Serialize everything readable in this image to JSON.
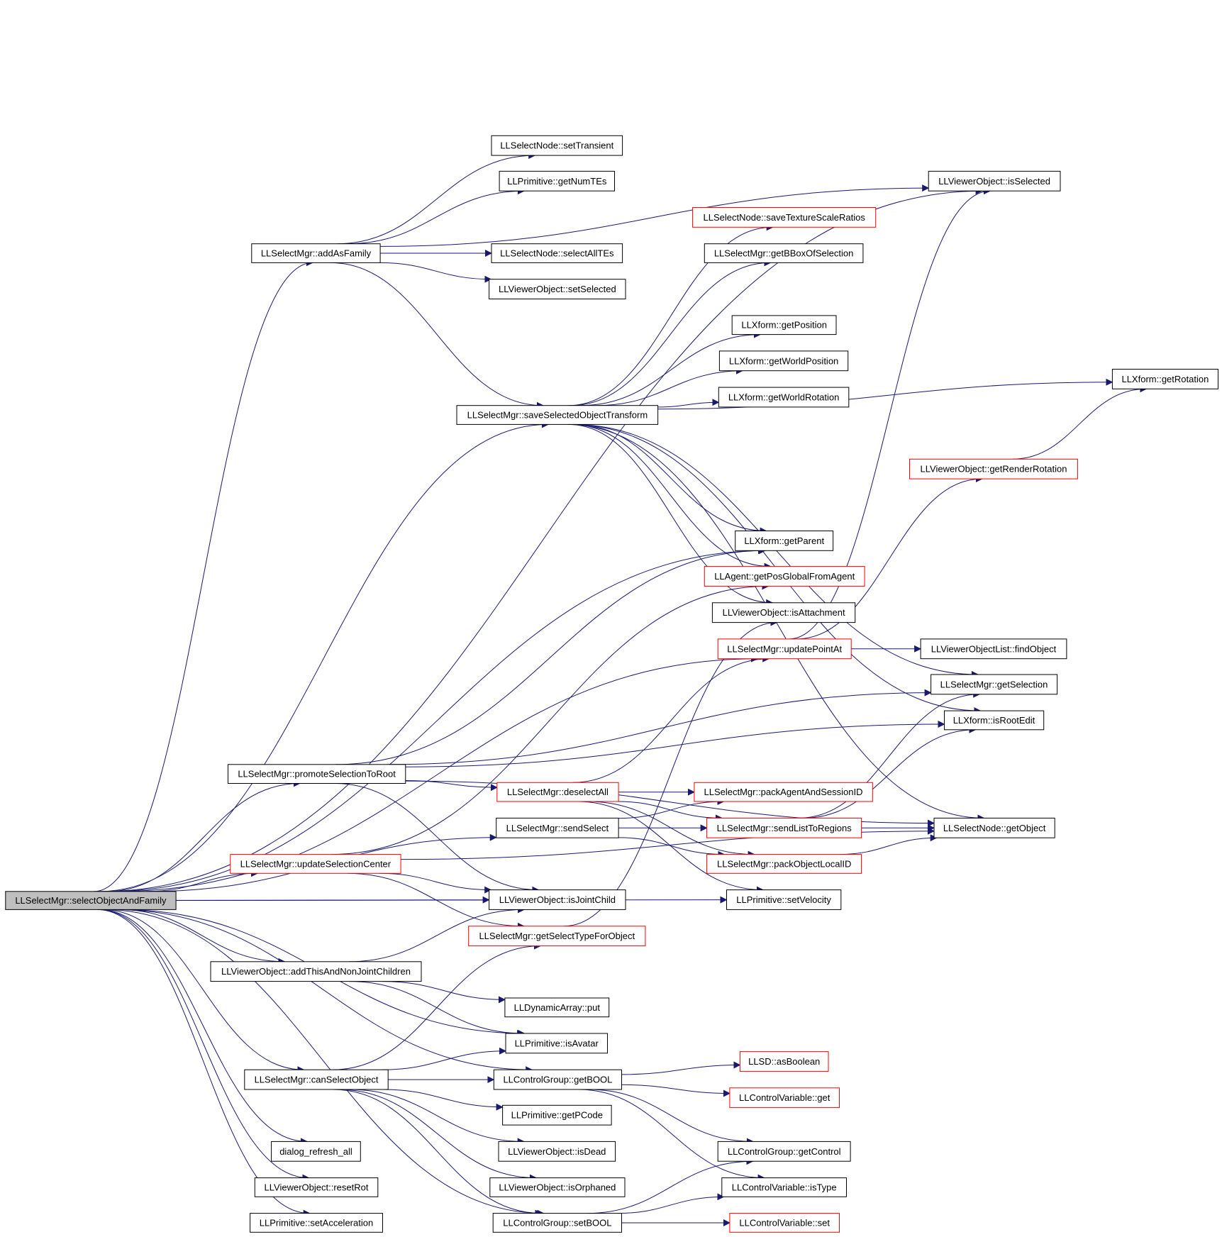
{
  "diagram": {
    "nodes": [
      {
        "id": "n_root",
        "label": "LLSelectMgr::selectObjectAndFamily",
        "style": "root"
      },
      {
        "id": "n_addAsFamily",
        "label": "LLSelectMgr::addAsFamily",
        "style": "normal"
      },
      {
        "id": "n_setTransient",
        "label": "LLSelectNode::setTransient",
        "style": "normal"
      },
      {
        "id": "n_getNumTEs",
        "label": "LLPrimitive::getNumTEs",
        "style": "normal"
      },
      {
        "id": "n_selectAllTEs",
        "label": "LLSelectNode::selectAllTEs",
        "style": "normal"
      },
      {
        "id": "n_setSelected",
        "label": "LLViewerObject::setSelected",
        "style": "normal"
      },
      {
        "id": "n_isSelected",
        "label": "LLViewerObject::isSelected",
        "style": "normal"
      },
      {
        "id": "n_saveTexScale",
        "label": "LLSelectNode::saveTextureScaleRatios",
        "style": "red"
      },
      {
        "id": "n_getBBox",
        "label": "LLSelectMgr::getBBoxOfSelection",
        "style": "normal"
      },
      {
        "id": "n_getPosition",
        "label": "LLXform::getPosition",
        "style": "normal"
      },
      {
        "id": "n_getWorldPosition",
        "label": "LLXform::getWorldPosition",
        "style": "normal"
      },
      {
        "id": "n_getWorldRotation",
        "label": "LLXform::getWorldRotation",
        "style": "normal"
      },
      {
        "id": "n_getRotation",
        "label": "LLXform::getRotation",
        "style": "normal"
      },
      {
        "id": "n_saveSelXform",
        "label": "LLSelectMgr::saveSelectedObjectTransform",
        "style": "normal"
      },
      {
        "id": "n_getRenderRotation",
        "label": "LLViewerObject::getRenderRotation",
        "style": "red"
      },
      {
        "id": "n_getParent",
        "label": "LLXform::getParent",
        "style": "normal"
      },
      {
        "id": "n_getPosGlobal",
        "label": "LLAgent::getPosGlobalFromAgent",
        "style": "red"
      },
      {
        "id": "n_isAttachment",
        "label": "LLViewerObject::isAttachment",
        "style": "normal"
      },
      {
        "id": "n_updatePointAt",
        "label": "LLSelectMgr::updatePointAt",
        "style": "red"
      },
      {
        "id": "n_findObject",
        "label": "LLViewerObjectList::findObject",
        "style": "normal"
      },
      {
        "id": "n_getSelection",
        "label": "LLSelectMgr::getSelection",
        "style": "normal"
      },
      {
        "id": "n_isRootEdit",
        "label": "LLXform::isRootEdit",
        "style": "normal"
      },
      {
        "id": "n_promote",
        "label": "LLSelectMgr::promoteSelectionToRoot",
        "style": "normal"
      },
      {
        "id": "n_deselectAll",
        "label": "LLSelectMgr::deselectAll",
        "style": "red"
      },
      {
        "id": "n_packAgent",
        "label": "LLSelectMgr::packAgentAndSessionID",
        "style": "red"
      },
      {
        "id": "n_sendSelect",
        "label": "LLSelectMgr::sendSelect",
        "style": "normal"
      },
      {
        "id": "n_sendList",
        "label": "LLSelectMgr::sendListToRegions",
        "style": "red"
      },
      {
        "id": "n_getObject",
        "label": "LLSelectNode::getObject",
        "style": "normal"
      },
      {
        "id": "n_updateSelCenter",
        "label": "LLSelectMgr::updateSelectionCenter",
        "style": "red"
      },
      {
        "id": "n_packObjLocal",
        "label": "LLSelectMgr::packObjectLocalID",
        "style": "red"
      },
      {
        "id": "n_isJointChild",
        "label": "LLViewerObject::isJointChild",
        "style": "normal"
      },
      {
        "id": "n_setVelocity",
        "label": "LLPrimitive::setVelocity",
        "style": "normal"
      },
      {
        "id": "n_getSelectType",
        "label": "LLSelectMgr::getSelectTypeForObject",
        "style": "red"
      },
      {
        "id": "n_addThis",
        "label": "LLViewerObject::addThisAndNonJointChildren",
        "style": "normal"
      },
      {
        "id": "n_put",
        "label": "LLDynamicArray::put",
        "style": "normal"
      },
      {
        "id": "n_isAvatar",
        "label": "LLPrimitive::isAvatar",
        "style": "normal"
      },
      {
        "id": "n_asBoolean",
        "label": "LLSD::asBoolean",
        "style": "red"
      },
      {
        "id": "n_canSelect",
        "label": "LLSelectMgr::canSelectObject",
        "style": "normal"
      },
      {
        "id": "n_getBOOL",
        "label": "LLControlGroup::getBOOL",
        "style": "normal"
      },
      {
        "id": "n_cvGet",
        "label": "LLControlVariable::get",
        "style": "red"
      },
      {
        "id": "n_getPCode",
        "label": "LLPrimitive::getPCode",
        "style": "normal"
      },
      {
        "id": "n_getControl",
        "label": "LLControlGroup::getControl",
        "style": "normal"
      },
      {
        "id": "n_isDead",
        "label": "LLViewerObject::isDead",
        "style": "normal"
      },
      {
        "id": "n_dialogRefresh",
        "label": "dialog_refresh_all",
        "style": "normal"
      },
      {
        "id": "n_isType",
        "label": "LLControlVariable::isType",
        "style": "normal"
      },
      {
        "id": "n_isOrphaned",
        "label": "LLViewerObject::isOrphaned",
        "style": "normal"
      },
      {
        "id": "n_resetRot",
        "label": "LLViewerObject::resetRot",
        "style": "normal"
      },
      {
        "id": "n_setAccel",
        "label": "LLPrimitive::setAcceleration",
        "style": "normal"
      },
      {
        "id": "n_setBOOL",
        "label": "LLControlGroup::setBOOL",
        "style": "normal"
      },
      {
        "id": "n_cvSet",
        "label": "LLControlVariable::set",
        "style": "red"
      }
    ],
    "edges": [
      {
        "from": "n_root",
        "to": "n_addAsFamily"
      },
      {
        "from": "n_root",
        "to": "n_isSelected"
      },
      {
        "from": "n_root",
        "to": "n_saveSelXform"
      },
      {
        "from": "n_root",
        "to": "n_getParent"
      },
      {
        "from": "n_root",
        "to": "n_updatePointAt"
      },
      {
        "from": "n_root",
        "to": "n_promote"
      },
      {
        "from": "n_root",
        "to": "n_sendSelect"
      },
      {
        "from": "n_root",
        "to": "n_updateSelCenter"
      },
      {
        "from": "n_root",
        "to": "n_isJointChild"
      },
      {
        "from": "n_root",
        "to": "n_setVelocity"
      },
      {
        "from": "n_root",
        "to": "n_addThis"
      },
      {
        "from": "n_root",
        "to": "n_isAvatar"
      },
      {
        "from": "n_root",
        "to": "n_getBOOL"
      },
      {
        "from": "n_root",
        "to": "n_canSelect"
      },
      {
        "from": "n_root",
        "to": "n_dialogRefresh"
      },
      {
        "from": "n_root",
        "to": "n_resetRot"
      },
      {
        "from": "n_root",
        "to": "n_setAccel"
      },
      {
        "from": "n_root",
        "to": "n_setBOOL"
      },
      {
        "from": "n_addAsFamily",
        "to": "n_setTransient"
      },
      {
        "from": "n_addAsFamily",
        "to": "n_getNumTEs"
      },
      {
        "from": "n_addAsFamily",
        "to": "n_selectAllTEs"
      },
      {
        "from": "n_addAsFamily",
        "to": "n_setSelected"
      },
      {
        "from": "n_addAsFamily",
        "to": "n_isSelected"
      },
      {
        "from": "n_addAsFamily",
        "to": "n_saveSelXform"
      },
      {
        "from": "n_saveSelXform",
        "to": "n_saveTexScale"
      },
      {
        "from": "n_saveSelXform",
        "to": "n_getBBox"
      },
      {
        "from": "n_saveSelXform",
        "to": "n_getPosition"
      },
      {
        "from": "n_saveSelXform",
        "to": "n_getWorldPosition"
      },
      {
        "from": "n_saveSelXform",
        "to": "n_getWorldRotation"
      },
      {
        "from": "n_saveSelXform",
        "to": "n_getRotation"
      },
      {
        "from": "n_saveSelXform",
        "to": "n_getParent"
      },
      {
        "from": "n_saveSelXform",
        "to": "n_getPosGlobal"
      },
      {
        "from": "n_saveSelXform",
        "to": "n_isAttachment"
      },
      {
        "from": "n_saveSelXform",
        "to": "n_getSelection"
      },
      {
        "from": "n_saveSelXform",
        "to": "n_isRootEdit"
      },
      {
        "from": "n_saveSelXform",
        "to": "n_getObject"
      },
      {
        "from": "n_getRenderRotation",
        "to": "n_getRotation"
      },
      {
        "from": "n_updatePointAt",
        "to": "n_isSelected"
      },
      {
        "from": "n_updatePointAt",
        "to": "n_getRenderRotation"
      },
      {
        "from": "n_updatePointAt",
        "to": "n_findObject"
      },
      {
        "from": "n_promote",
        "to": "n_getParent"
      },
      {
        "from": "n_promote",
        "to": "n_getSelection"
      },
      {
        "from": "n_promote",
        "to": "n_isRootEdit"
      },
      {
        "from": "n_promote",
        "to": "n_getObject"
      },
      {
        "from": "n_promote",
        "to": "n_deselectAll"
      },
      {
        "from": "n_promote",
        "to": "n_isJointChild"
      },
      {
        "from": "n_deselectAll",
        "to": "n_updatePointAt"
      },
      {
        "from": "n_deselectAll",
        "to": "n_packAgent"
      },
      {
        "from": "n_deselectAll",
        "to": "n_sendList"
      },
      {
        "from": "n_deselectAll",
        "to": "n_packObjLocal"
      },
      {
        "from": "n_deselectAll",
        "to": "n_setVelocity"
      },
      {
        "from": "n_sendSelect",
        "to": "n_packAgent"
      },
      {
        "from": "n_sendSelect",
        "to": "n_sendList"
      },
      {
        "from": "n_sendSelect",
        "to": "n_packObjLocal"
      },
      {
        "from": "n_sendList",
        "to": "n_getObject"
      },
      {
        "from": "n_sendList",
        "to": "n_getSelection"
      },
      {
        "from": "n_sendList",
        "to": "n_isRootEdit"
      },
      {
        "from": "n_packObjLocal",
        "to": "n_getObject"
      },
      {
        "from": "n_updateSelCenter",
        "to": "n_getPosGlobal"
      },
      {
        "from": "n_updateSelCenter",
        "to": "n_isJointChild"
      },
      {
        "from": "n_updateSelCenter",
        "to": "n_getSelectType"
      },
      {
        "from": "n_updateSelCenter",
        "to": "n_getObject"
      },
      {
        "from": "n_getSelectType",
        "to": "n_isAttachment"
      },
      {
        "from": "n_addThis",
        "to": "n_isJointChild"
      },
      {
        "from": "n_addThis",
        "to": "n_put"
      },
      {
        "from": "n_addThis",
        "to": "n_isAvatar"
      },
      {
        "from": "n_canSelect",
        "to": "n_getSelectType"
      },
      {
        "from": "n_canSelect",
        "to": "n_isAvatar"
      },
      {
        "from": "n_canSelect",
        "to": "n_getBOOL"
      },
      {
        "from": "n_canSelect",
        "to": "n_getPCode"
      },
      {
        "from": "n_canSelect",
        "to": "n_isDead"
      },
      {
        "from": "n_canSelect",
        "to": "n_isOrphaned"
      },
      {
        "from": "n_canSelect",
        "to": "n_setBOOL"
      },
      {
        "from": "n_getBOOL",
        "to": "n_asBoolean"
      },
      {
        "from": "n_getBOOL",
        "to": "n_cvGet"
      },
      {
        "from": "n_getBOOL",
        "to": "n_getControl"
      },
      {
        "from": "n_getBOOL",
        "to": "n_isType"
      },
      {
        "from": "n_setBOOL",
        "to": "n_getControl"
      },
      {
        "from": "n_setBOOL",
        "to": "n_isType"
      },
      {
        "from": "n_setBOOL",
        "to": "n_cvSet"
      }
    ]
  },
  "colors": {
    "edge": "#191970",
    "node_border": "#000000",
    "node_border_red": "#ff0000",
    "root_fill": "#bfbfbf",
    "node_fill": "#ffffff"
  }
}
